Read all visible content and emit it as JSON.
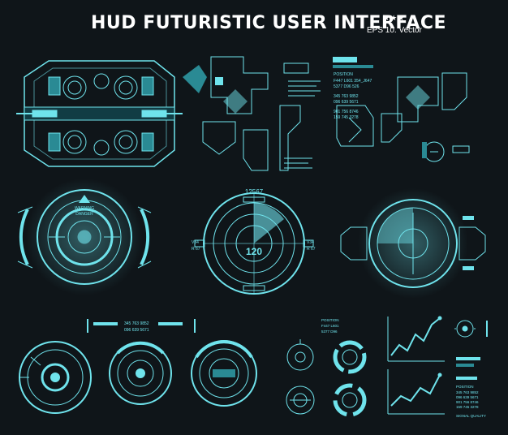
{
  "header": {
    "title": "HUD FUTURISTIC USER INTERFACE",
    "stars": "★★★",
    "subtitle": "EPS 10. Vector"
  },
  "panel_top_right": {
    "position_label": "POSITION",
    "lines": [
      "F447 L601 354_J647",
      "5377 D96 526",
      "345 763 9852",
      "096 639 5671",
      "901 756 8746",
      "159 745 3278"
    ]
  },
  "warning_dial": {
    "warning": "WARNING",
    "danger": "DANGER"
  },
  "radar": {
    "top_value": "12567",
    "center_value": "120",
    "left_code": "V34",
    "left_code2": "R 67",
    "right_code": "V34",
    "right_code2": "R 67"
  },
  "bottom_codes": {
    "line1": "345 763 9852",
    "line2": "096 639 5671"
  },
  "bottom_position": {
    "label": "POSITION",
    "line1": "F447 L601",
    "line2": "5377 D96"
  },
  "bottom_right_codes": {
    "position_label": "POSITION",
    "lines": [
      "345 763 9852",
      "096 639 5671",
      "901 756 8746",
      "159 745 3278"
    ],
    "signal": "SIGNAL QUALITY"
  },
  "colors": {
    "background": "#0f1519",
    "accent": "#6fe3ec",
    "accent_dim": "#2a8a94"
  }
}
